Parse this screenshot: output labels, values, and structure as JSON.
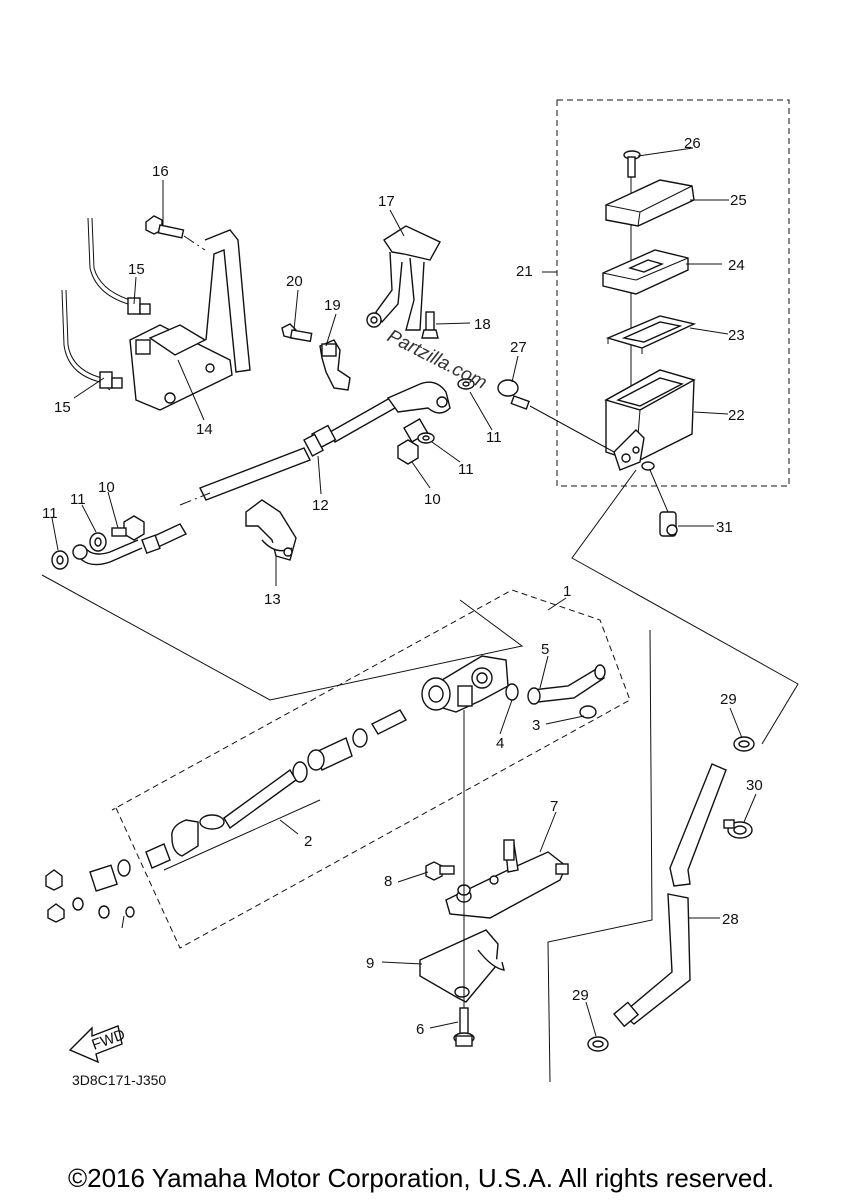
{
  "diagram_code": "3D8C171-J350",
  "copyright": "©2016 Yamaha Motor Corporation, U.S.A. All rights reserved.",
  "watermark": "Partzilla.com",
  "fwd_label": "FWD",
  "callouts": {
    "c1": "1",
    "c2": "2",
    "c3": "3",
    "c4": "4",
    "c5": "5",
    "c6": "6",
    "c7": "7",
    "c8": "8",
    "c9": "9",
    "c10a": "10",
    "c10b": "10",
    "c11a": "11",
    "c11b": "11",
    "c11c": "11",
    "c11d": "11",
    "c12": "12",
    "c13": "13",
    "c14": "14",
    "c15a": "15",
    "c15b": "15",
    "c16": "16",
    "c17": "17",
    "c18": "18",
    "c19": "19",
    "c20": "20",
    "c21": "21",
    "c22": "22",
    "c23": "23",
    "c24": "24",
    "c25": "25",
    "c26": "26",
    "c27": "27",
    "c28": "28",
    "c29a": "29",
    "c29b": "29",
    "c30": "30",
    "c31": "31"
  }
}
